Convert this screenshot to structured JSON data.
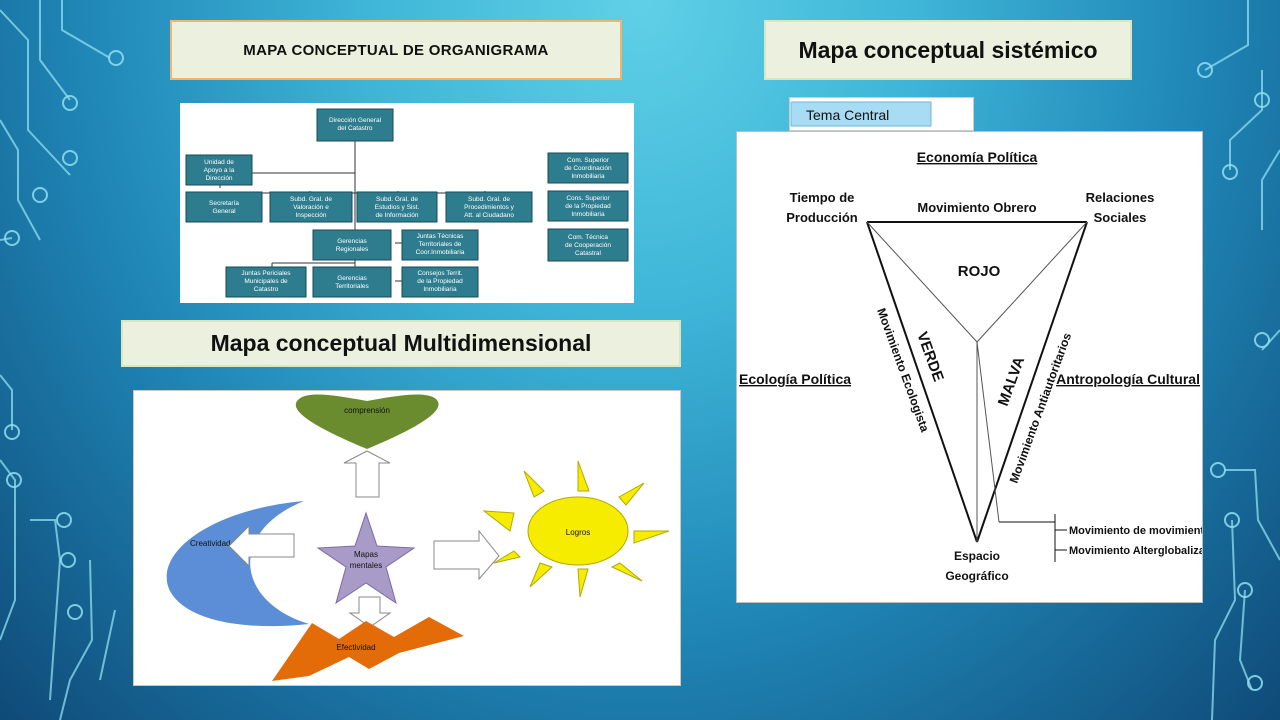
{
  "titles": {
    "organigrama": "MAPA CONCEPTUAL  DE ORGANIGRAMA",
    "sistemico": "Mapa conceptual sistémico",
    "multidimensional": "Mapa conceptual Multidimensional"
  },
  "organigrama": {
    "top": [
      "Dirección General",
      "del Catastro"
    ],
    "apoyo": [
      "Unidad de",
      "Apoyo a la",
      "Dirección"
    ],
    "secretaria": [
      "Secretaría",
      "General"
    ],
    "valoracion": [
      "Subd. Gral. de",
      "Valoración e",
      "Inspección"
    ],
    "estudios": [
      "Subd. Gral. de",
      "Estudios y Sist.",
      "de Información"
    ],
    "procedimientos": [
      "Subd. Gral. de",
      "Procedimientos y",
      "Att. al Ciudadano"
    ],
    "gerencias_regionales": [
      "Gerencias",
      "Regionales"
    ],
    "gerencias_territoriales": [
      "Gerencias",
      "Territoriales"
    ],
    "juntas_tecnicas": [
      "Juntas Técnicas",
      "Territoriales de",
      "Coor.Inmobiliaria"
    ],
    "consejos": [
      "Consejos Territ.",
      "de la Propiedad",
      "Inmobiliaria"
    ],
    "juntas_periciales": [
      "Juntas Periciales",
      "Municipales de",
      "Catastro"
    ],
    "com_coordinacion": [
      "Com. Superior",
      "de Coordinación",
      "Inmobiliaria"
    ],
    "cons_superior": [
      "Cons. Superior",
      "de la Propiedad",
      "Inmobiliaria"
    ],
    "com_tecnica": [
      "Com. Técnica",
      "de Cooperación",
      "Catastral"
    ]
  },
  "multidimensional": {
    "comprension": "comprensión",
    "creatividad": "Creatividad",
    "mapas": "Mapas",
    "mentales": "mentales",
    "logros": "Logros",
    "efectividad": "Efectividad"
  },
  "sistemico": {
    "tema_central": "Tema Central",
    "economia": "Economía Política",
    "tiempo1": "Tiempo de",
    "tiempo2": "Producción",
    "relaciones1": "Relaciones",
    "relaciones2": "Sociales",
    "obrero": "Movimiento Obrero",
    "rojo": "ROJO",
    "verde": "VERDE",
    "malva": "MALVA",
    "ecologista": "Movimiento Ecologista",
    "antiautoritarios": "Movimiento Antiautoritarios",
    "ecologia": "Ecología Política",
    "antropologia": "Antropología Cultural",
    "mov_movimientos": "Movimiento de movimientos",
    "alterglobalizacion": "Movimiento Alterglobalización",
    "espacio1": "Espacio",
    "espacio2": "Geográfico"
  },
  "colors": {
    "accent_border": "#f2b36a",
    "title_bg": "#ebf1de",
    "org_box": "#2e7d8f",
    "heart": "#6a8c2e",
    "moon": "#5b8ed6",
    "star": "#a89bc8",
    "sun": "#f5ec00",
    "bolt": "#e36c09"
  }
}
